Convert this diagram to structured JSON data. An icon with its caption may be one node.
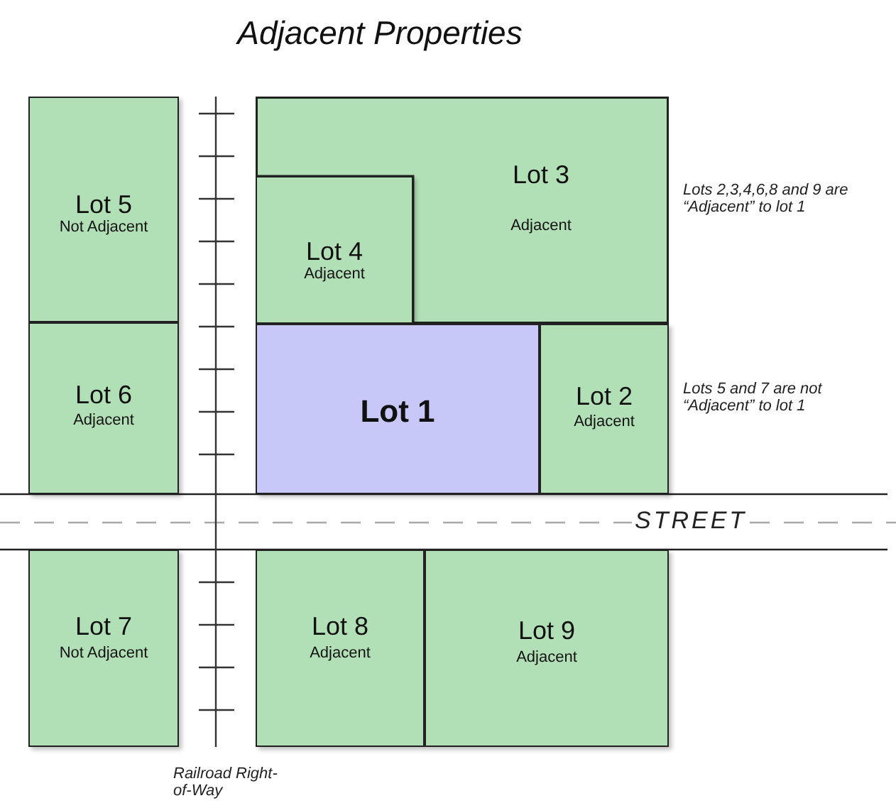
{
  "diagram": {
    "title": "Adjacent Properties",
    "nodes": [
      {
        "text": [
          "Lot 5",
          "Not Adjacent"
        ]
      },
      {
        "text": [
          "Lot 3",
          "Adjacent"
        ]
      },
      {
        "text": [
          "Lot 4",
          "Adjacent"
        ]
      },
      {
        "text": [
          "Lot 6",
          "Adjacent"
        ]
      },
      {
        "text": [
          "Lot 1"
        ]
      },
      {
        "text": [
          "Lot 2",
          "Adjacent"
        ]
      },
      {
        "text": [
          "Lot 7",
          "Not Adjacent"
        ]
      },
      {
        "text": [
          "Lot 8",
          "Adjacent"
        ]
      },
      {
        "text": [
          "Lot 9",
          "Adjacent"
        ]
      }
    ],
    "edges": [],
    "labels": [
      "Lots 2,3,4,6,8 and 9 are “Adjacent” to lot 1",
      "Lots 5 and 7 are not  “Adjacent” to lot 1",
      "STREET",
      "Railroad Right-of-Way"
    ]
  }
}
